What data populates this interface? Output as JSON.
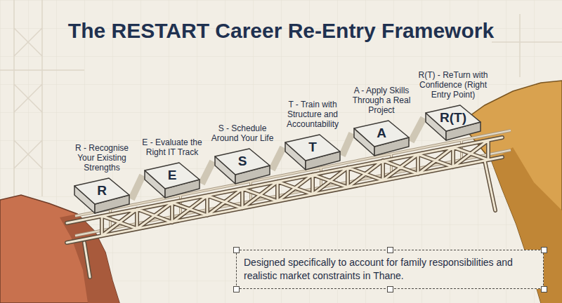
{
  "diagram": {
    "title": "The RESTART Career Re-Entry Framework",
    "caption": "Designed specifically to account for family responsibilities and realistic market constraints in Thane.",
    "nodes": [
      {
        "text": [
          "R - Recognise Your Existing Strengths",
          "R"
        ]
      },
      {
        "text": [
          "E - Evaluate the Right IT Track",
          "E"
        ]
      },
      {
        "text": [
          "S - Schedule Around Your Life",
          "S"
        ]
      },
      {
        "text": [
          "T - Train with Structure and Accountability",
          "T"
        ]
      },
      {
        "text": [
          "A - Apply Skills Through a Real Project",
          "A"
        ]
      },
      {
        "text": [
          "R(T) - ReTurn with Confidence (Right Entry Point)",
          "R(T)"
        ]
      }
    ],
    "edges": [
      {
        "from": 0,
        "to": 1,
        "arrow": "none"
      },
      {
        "from": 1,
        "to": 2,
        "arrow": "none"
      },
      {
        "from": 2,
        "to": 3,
        "arrow": "none"
      },
      {
        "from": 3,
        "to": 4,
        "arrow": "none"
      },
      {
        "from": 4,
        "to": 5,
        "arrow": "none"
      }
    ]
  }
}
